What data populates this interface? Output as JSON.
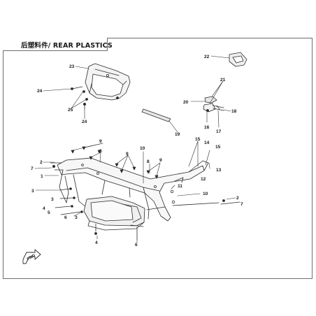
{
  "header": {
    "title": "后塑料件/ REAR PLASTICS"
  },
  "callouts": {
    "c1": "1",
    "c2a": "2",
    "c2b": "2",
    "c3a": "3",
    "c3b": "3",
    "c3c": "3",
    "c4a": "4",
    "c4b": "4",
    "c5": "5",
    "c6a": "6",
    "c6b": "6",
    "c7a": "7",
    "c7b": "7",
    "c8a": "8",
    "c8b": "8",
    "c9a": "9",
    "c9b": "9",
    "c9c": "9",
    "c10a": "10",
    "c10b": "10",
    "c11": "11",
    "c12": "12",
    "c13": "13",
    "c14": "14",
    "c15a": "15",
    "c15b": "15",
    "c16": "16",
    "c17": "17",
    "c18": "18",
    "c19": "19",
    "c20": "20",
    "c21": "21",
    "c22": "22",
    "c23": "23",
    "c24a": "24",
    "c24b": "24",
    "c25": "25"
  },
  "badge": {
    "label": "FWD"
  },
  "colors": {
    "line": "#2b2b2b",
    "frame": "#6d6d6d"
  }
}
